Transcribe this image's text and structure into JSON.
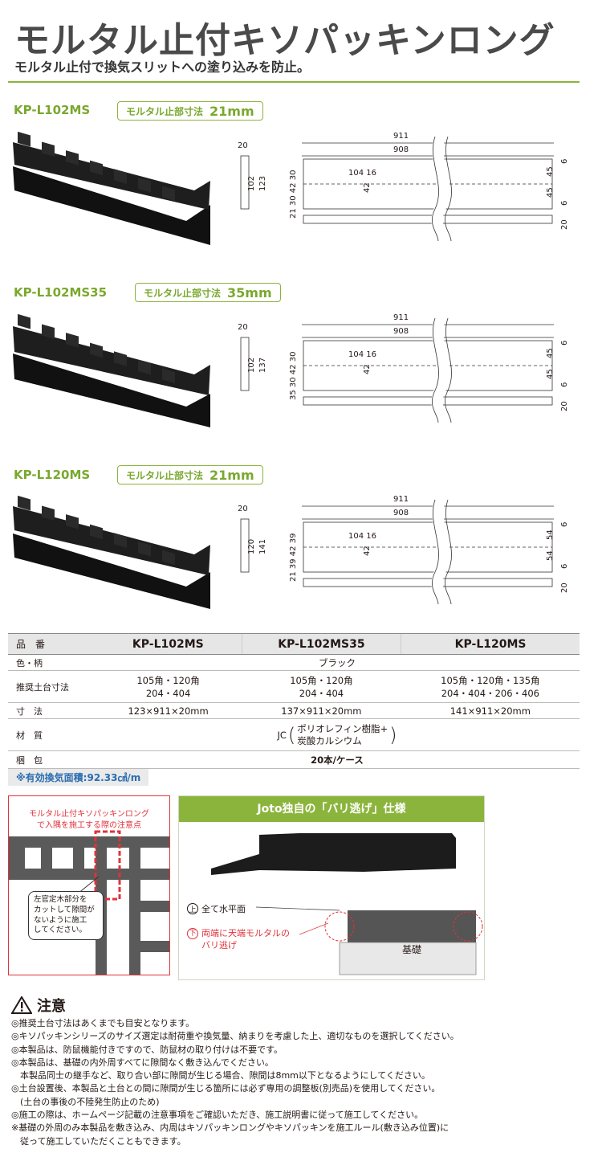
{
  "header": {
    "title": "モルタル止付キソパッキンロング",
    "subtitle": "モルタル止付で換気スリットへの塗り込みを防止。"
  },
  "products": [
    {
      "name": "KP-L102MS",
      "badge_label": "モルタル止部寸法",
      "badge_value": "21mm",
      "drawing": {
        "total": "911",
        "inner": "908",
        "thick": "20",
        "w1": "102",
        "w2": "123",
        "left_dims": "21 30 42 30",
        "center": "104 16",
        "mid": "42",
        "right_a": "6",
        "right_b": "45",
        "right_c": "45",
        "right_d": "6",
        "right_e": "20"
      }
    },
    {
      "name": "KP-L102MS35",
      "badge_label": "モルタル止部寸法",
      "badge_value": "35mm",
      "drawing": {
        "total": "911",
        "inner": "908",
        "thick": "20",
        "w1": "102",
        "w2": "137",
        "left_dims": "35 30 42 30",
        "center": "104 16",
        "mid": "42",
        "right_a": "6",
        "right_b": "45",
        "right_c": "45",
        "right_d": "6",
        "right_e": "20"
      }
    },
    {
      "name": "KP-L120MS",
      "badge_label": "モルタル止部寸法",
      "badge_value": "21mm",
      "drawing": {
        "total": "911",
        "inner": "908",
        "thick": "20",
        "w1": "120",
        "w2": "141",
        "left_dims": "21 39 42 39",
        "center": "104 16",
        "mid": "42",
        "right_a": "6",
        "right_b": "54",
        "right_c": "54",
        "right_d": "6",
        "right_e": "20"
      }
    }
  ],
  "spec_table": {
    "head_label": "品　番",
    "models": [
      "KP-L102MS",
      "KP-L102MS35",
      "KP-L120MS"
    ],
    "color_label": "色・柄",
    "color_value": "ブラック",
    "base_label": "推奨土台寸法",
    "base_values": [
      [
        "105角・120角",
        "204・404"
      ],
      [
        "105角・120角",
        "204・404"
      ],
      [
        "105角・120角・135角",
        "204・404・206・406"
      ]
    ],
    "size_label": "寸　法",
    "size_values": [
      "123×911×20mm",
      "137×911×20mm",
      "141×911×20mm"
    ],
    "material_label": "材　質",
    "material_prefix": "JC",
    "material_lines": [
      "ポリオレフィン樹脂+",
      "炭酸カルシウム"
    ],
    "pack_label": "梱　包",
    "pack_value": "20本/ケース"
  },
  "area_note": "※有効換気面積:92.33㎠/m",
  "warning_box": {
    "title_lines": [
      "モルタル止付キソパッキンロング",
      "で入隅を施工する際の注意点"
    ],
    "callout_lines": [
      "左官定木部分を",
      "カットして隙間が",
      "ないように施工",
      "してください。"
    ]
  },
  "joto_box": {
    "title": "Joto独自の「バリ逃げ」仕様",
    "top_marker": "上",
    "top_label": "全て水平面",
    "bottom_marker": "下",
    "bottom_lines": [
      "両端に天端モルタルの",
      "バリ逃げ"
    ],
    "base_label": "基礎"
  },
  "caution": {
    "title": "注意",
    "lines": [
      "◎推奨土台寸法はあくまでも目安となります。",
      "◎キソパッキンシリーズのサイズ選定は耐荷重や換気量、納まりを考慮した上、適切なものを選択してください。",
      "◎本製品は、防鼠機能付きですので、防鼠材の取り付けは不要です。",
      "◎本製品は、基礎の内外周すべてに隙間なく敷き込んでください。",
      "　本製品同士の継手など、取り合い部に隙間が生じる場合、隙間は8mm以下となるようにしてください。",
      "◎土台設置後、本製品と土台との間に隙間が生じる箇所には必ず専用の調整板(別売品)を使用してください。",
      "　(土台の事後の不陸発生防止のため)",
      "◎施工の際は、ホームページ記載の注意事項をご確認いただき、施工説明書に従って施工してください。",
      "※基礎の外周のみ本製品を敷き込み、内周はキソパッキンロングやキソパッキンを施工ルール(敷き込み位置)に",
      "　従って施工していただくこともできます。"
    ]
  },
  "colors": {
    "accent_green": "#8bb43c",
    "warning_red": "#e0323b",
    "note_blue": "#2a6db0",
    "product_black": "#1a1a1a"
  }
}
